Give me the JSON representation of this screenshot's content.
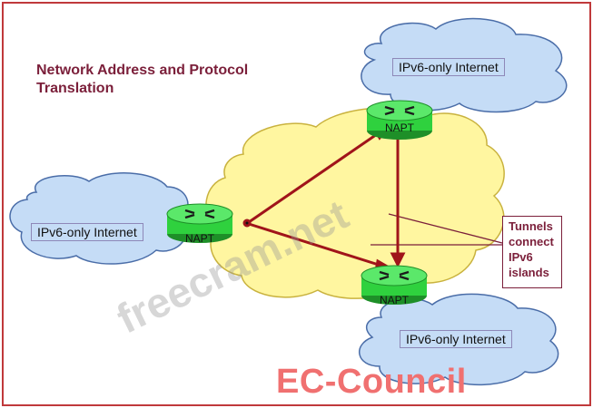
{
  "title": "Network Address and Protocol Translation",
  "clouds": [
    {
      "id": "top-right",
      "label": "IPv6-only Internet"
    },
    {
      "id": "left",
      "label": "IPv6-only Internet"
    },
    {
      "id": "bottom-right",
      "label": "IPv6-only Internet"
    }
  ],
  "routers": [
    {
      "id": "top",
      "label": "NAPT"
    },
    {
      "id": "left",
      "label": "NAPT"
    },
    {
      "id": "bottom",
      "label": "NAPT"
    }
  ],
  "callout": "Tunnels\nconnect\nIPv6\nislands",
  "watermark": "freecram.net",
  "brand": "EC-Council",
  "colors": {
    "cloud_blue": "#c5dcf6",
    "core_yellow": "#fff6a0",
    "router_green": "#2fd13e",
    "tunnel_red": "#a0141a",
    "title_maroon": "#7b1f3a",
    "frame_red": "#c0393b"
  }
}
